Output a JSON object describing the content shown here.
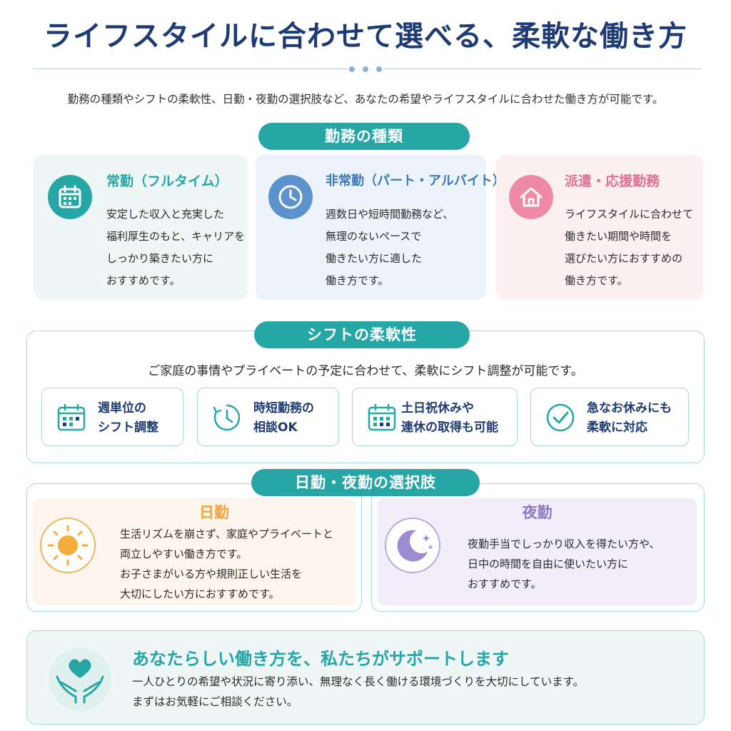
{
  "header": {
    "title": "ライフスタイルに合わせて選べる、柔軟な働き方",
    "intro": "勤務の種類やシフトの柔軟性、日勤・夜勤の選択肢など、あなたの希望やライフスタイルに合わせた働き方が可能です。"
  },
  "work_types": {
    "heading": "勤務の種類",
    "cards": [
      {
        "title": "常勤（フルタイム）",
        "icon": "calendar-icon",
        "color": "#27a6a6",
        "lines": [
          "安定した収入と充実した",
          "福利厚生のもと、キャリアを",
          "しっかり築きたい方に",
          "おすすめです。"
        ]
      },
      {
        "title": "非常勤（パート・アルバイト）",
        "icon": "clock-icon",
        "color": "#3d78b8",
        "lines": [
          "週数日や短時間勤務など、",
          "無理のないペースで",
          "働きたい方に適した",
          "働き方です。"
        ]
      },
      {
        "title": "派遣・応援勤務",
        "icon": "house-icon",
        "color": "#e0708f",
        "lines": [
          "ライフスタイルに合わせて",
          "働きたい期間や時間を",
          "選びたい方におすすめの",
          "働き方です。"
        ]
      }
    ]
  },
  "shift": {
    "heading": "シフトの柔軟性",
    "description": "ご家庭の事情やプライベートの予定に合わせて、柔軟にシフト調整が可能です。",
    "features": [
      {
        "line1": "週単位の",
        "line2": "シフト調整",
        "icon": "calendar-grid-icon"
      },
      {
        "line1": "時短勤務の",
        "line2": "相談OK",
        "icon": "clock-icon"
      },
      {
        "line1": "土日祝休みや",
        "line2": "連休の取得も可能",
        "icon": "calendar-grid-icon"
      },
      {
        "line1": "急なお休みにも",
        "line2": "柔軟に対応",
        "icon": "check-circle-icon"
      }
    ]
  },
  "day_night": {
    "heading": "日勤・夜勤の選択肢",
    "day": {
      "title": "日勤",
      "color": "#f0a43a",
      "lines": [
        "生活リズムを崩さず、家庭やプライベートと",
        "両立しやすい働き方です。",
        "お子さまがいる方や規則正しい生活を",
        "大切にしたい方におすすめです。"
      ]
    },
    "night": {
      "title": "夜勤",
      "color": "#8c7cc4",
      "lines": [
        "夜勤手当でしっかり収入を得たい方や、",
        "日中の時間を自由に使いたい方に",
        "おすすめです。"
      ]
    }
  },
  "support": {
    "title": "あなたらしい働き方を、私たちがサポートします",
    "lines": [
      "一人ひとりの希望や状況に寄り添い、無理なく長く働ける環境づくりを大切にしています。",
      "まずはお気軽にご相談ください。"
    ]
  }
}
